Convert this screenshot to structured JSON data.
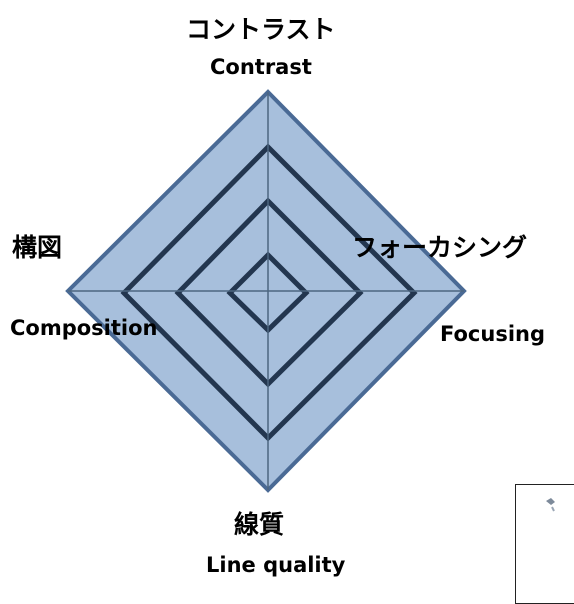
{
  "diagram": {
    "axes": {
      "top": {
        "jp": "コントラスト",
        "en": "Contrast"
      },
      "right": {
        "jp": "フォーカシング",
        "en": "Focusing"
      },
      "bottom": {
        "jp": "線質",
        "en": "Line quality"
      },
      "left": {
        "jp": "構図",
        "en": "Composition"
      }
    },
    "rings": 4,
    "colors": {
      "fill": "#a7bfdc",
      "outline": "#4a6a95",
      "ring": "#23364f",
      "spoke": "#4d6680"
    }
  }
}
